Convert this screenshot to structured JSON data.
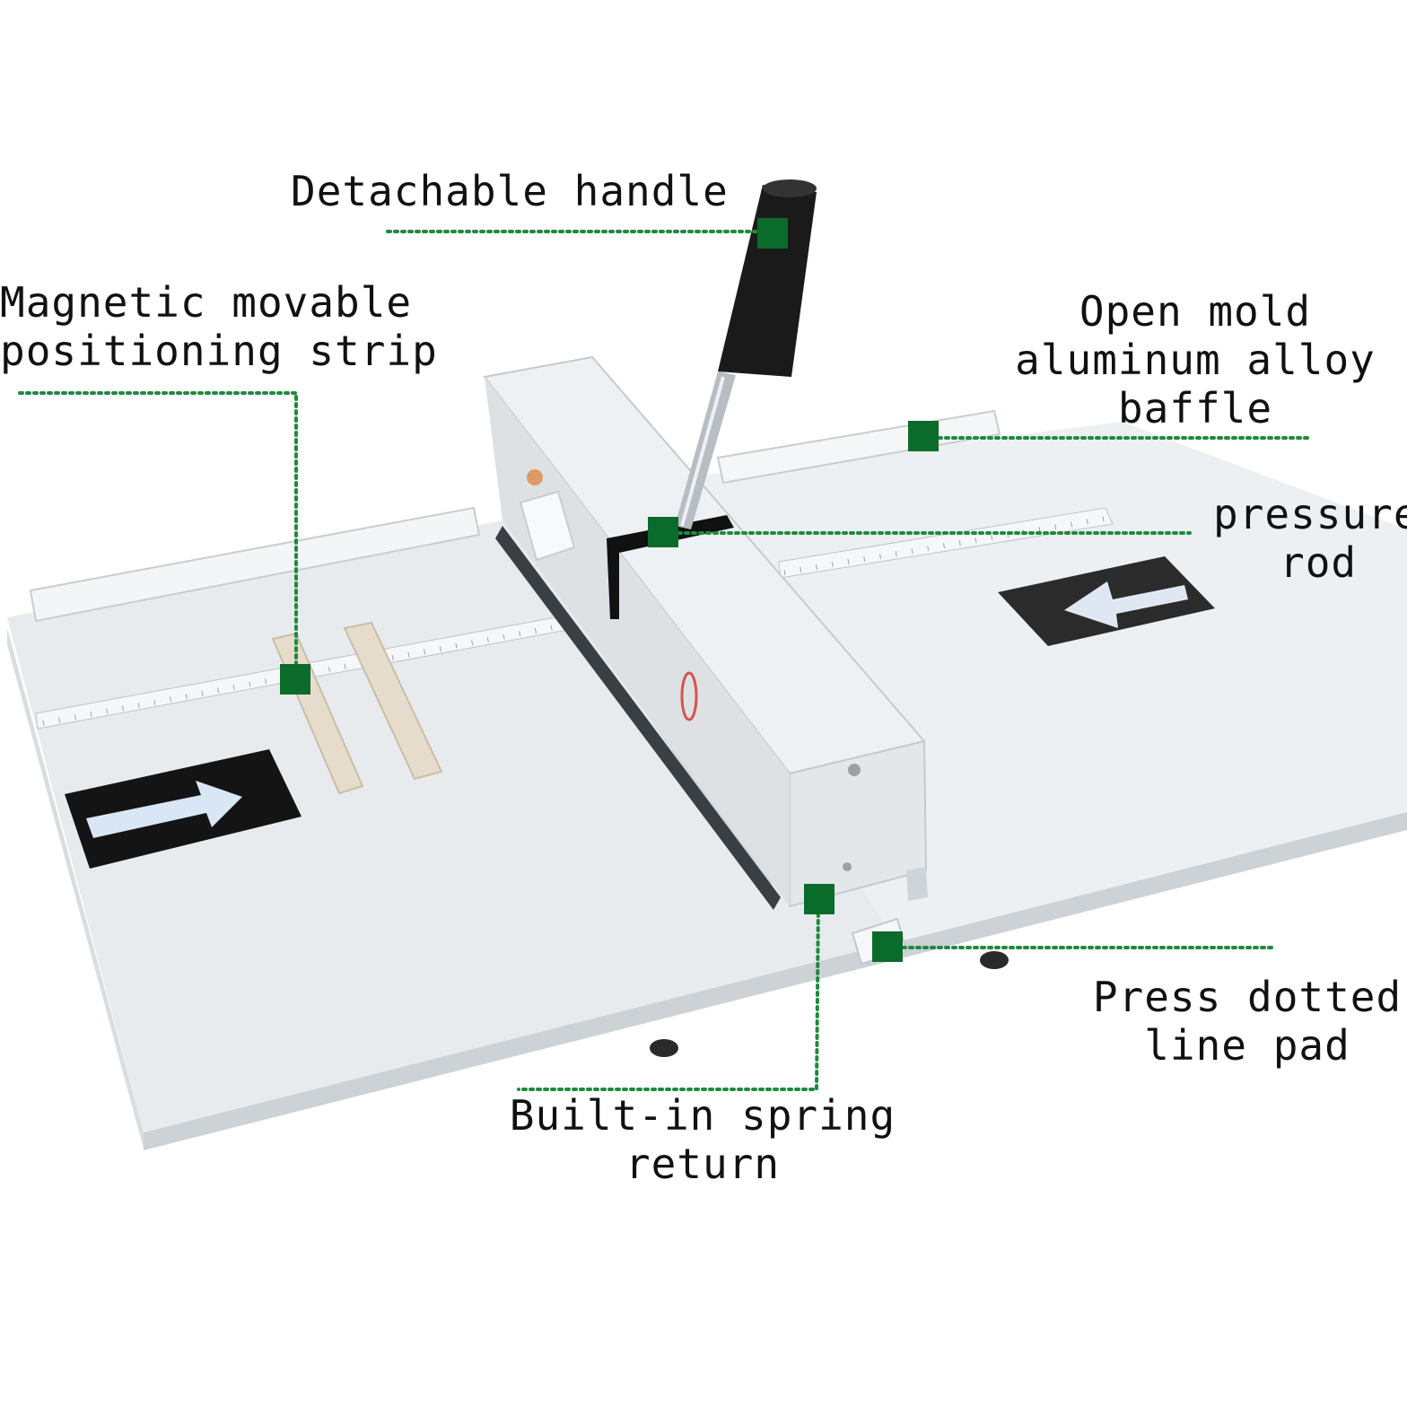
{
  "colors": {
    "marker": "#0b6b2b",
    "leader": "#1f8a3d",
    "machine_body": "#e9ecee",
    "machine_shadow": "#cfd4d8",
    "handle_grip": "#1a1a1a",
    "label_text": "#111111"
  },
  "callouts": {
    "handle": {
      "lines": [
        "Detachable handle"
      ]
    },
    "strip": {
      "lines": [
        "Magnetic movable",
        "positioning strip"
      ]
    },
    "baffle": {
      "lines": [
        "Open mold",
        "aluminum alloy",
        "baffle"
      ]
    },
    "rod": {
      "lines": [
        "pressure",
        "rod"
      ]
    },
    "pad": {
      "lines": [
        "Press dotted",
        "line pad"
      ]
    },
    "spring": {
      "lines": [
        "Built-in spring",
        "return"
      ]
    }
  }
}
